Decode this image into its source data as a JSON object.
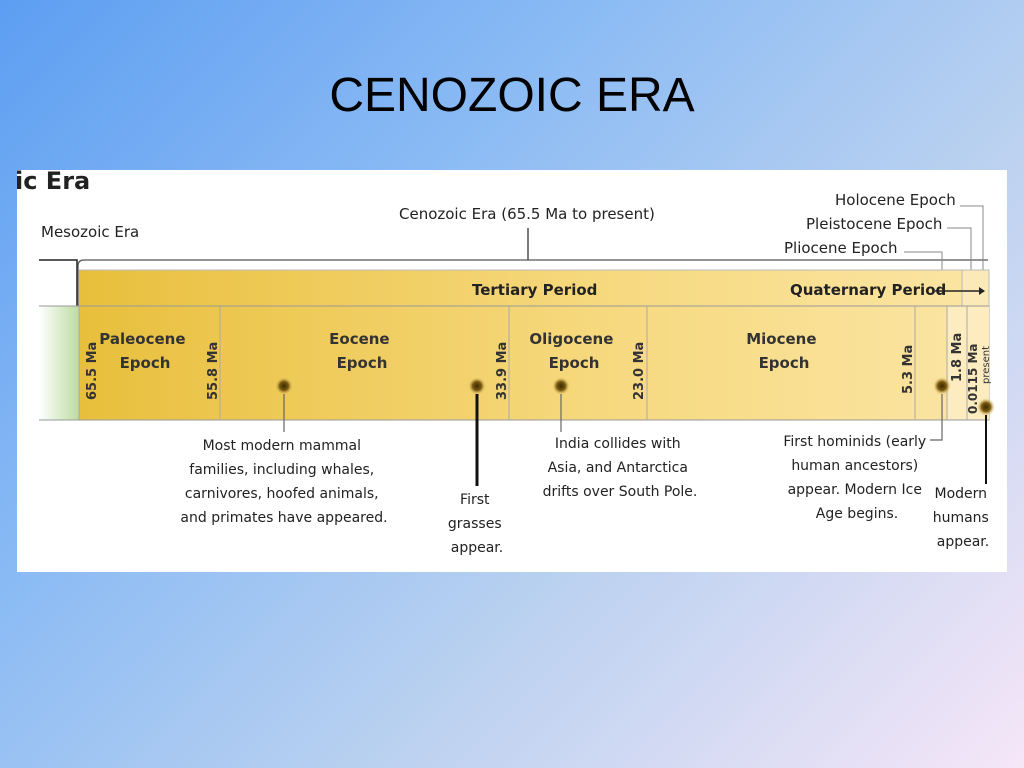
{
  "slide": {
    "title": "CENOZOIC ERA"
  },
  "figure": {
    "header_fragment": "ic Era",
    "mesozoic_label": "Mesozoic Era",
    "cenozoic_label": "Cenozoic Era (65.5 Ma to present)",
    "holocene_label": "Holocene Epoch",
    "pleistocene_label": "Pleistocene Epoch",
    "pliocene_label": "Pliocene Epoch",
    "tertiary_label": "Tertiary Period",
    "quaternary_label": "Quaternary Period",
    "epochs": {
      "paleocene": [
        "Paleocene",
        "Epoch"
      ],
      "eocene": [
        "Eocene",
        "Epoch"
      ],
      "oligocene": [
        "Oligocene",
        "Epoch"
      ],
      "miocene": [
        "Miocene",
        "Epoch"
      ]
    },
    "boundaries": {
      "b1": "65.5 Ma",
      "b2": "55.8 Ma",
      "b3": "33.9 Ma",
      "b4": "23.0 Ma",
      "b5": "5.3 Ma",
      "b6": "1.8 Ma",
      "b7": "0.0115 Ma",
      "b8": "present"
    },
    "events": {
      "mammals": [
        "Most modern mammal",
        "families, including whales,",
        "carnivores, hoofed animals,",
        "and primates have appeared."
      ],
      "grasses": [
        "First",
        "grasses",
        "appear."
      ],
      "india": [
        "India collides with",
        "Asia, and Antarctica",
        "drifts over South Pole."
      ],
      "hominids": [
        "First hominids (early",
        "human ancestors)",
        "appear. Modern Ice",
        "Age begins."
      ],
      "humans": [
        "Modern",
        "humans",
        "appear."
      ]
    },
    "colors": {
      "band_dark": "#e8bf3c",
      "band_light": "#f8df8e",
      "mesozoic_green": "#cfe3b4",
      "dot": "#5a4500"
    }
  }
}
